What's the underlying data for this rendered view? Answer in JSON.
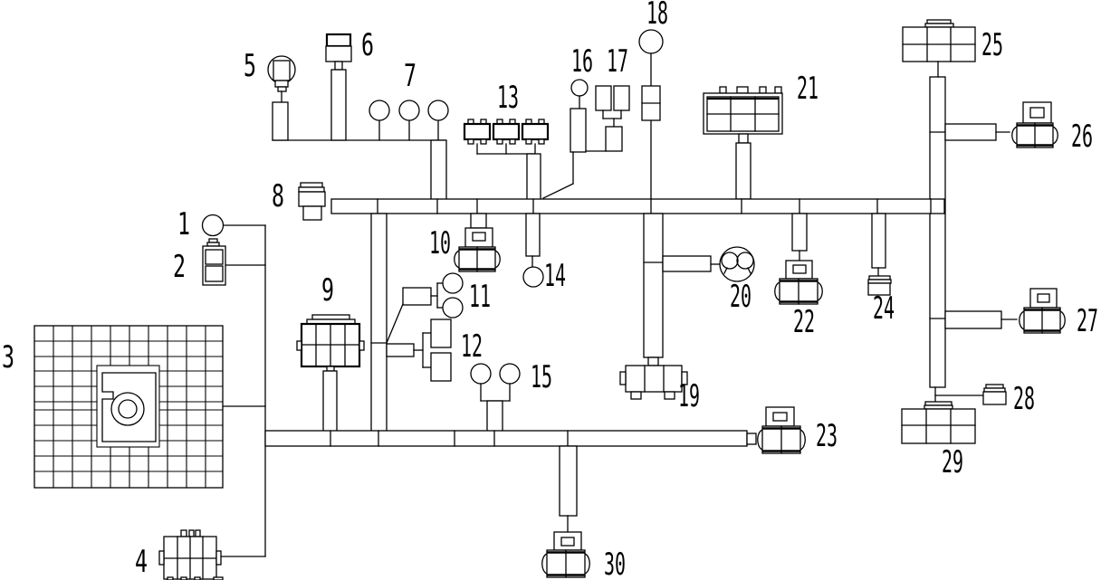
{
  "diagram": {
    "background_color": "#ffffff",
    "line_color": "#000000",
    "part_labels": [
      "1",
      "2",
      "3",
      "4",
      "5",
      "6",
      "7",
      "8",
      "9",
      "10",
      "11",
      "12",
      "13",
      "14",
      "15",
      "16",
      "17",
      "18",
      "19",
      "20",
      "21",
      "22",
      "23",
      "24",
      "25",
      "26",
      "27",
      "28",
      "29",
      "30"
    ]
  }
}
